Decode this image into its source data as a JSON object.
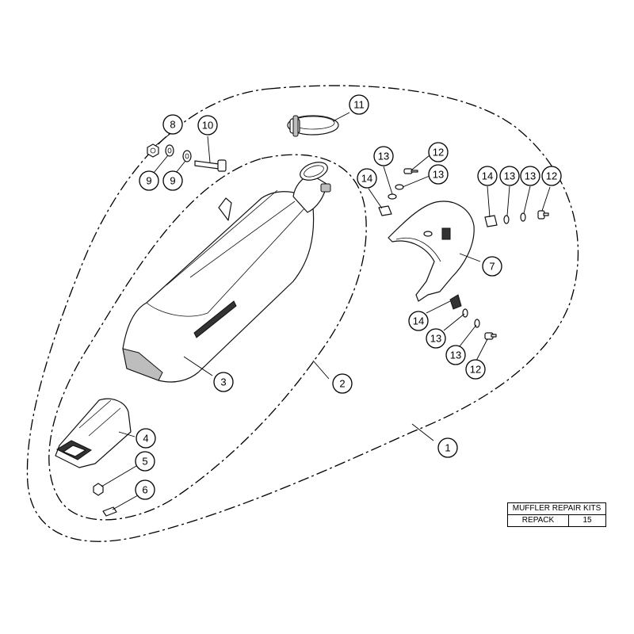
{
  "callouts": [
    {
      "id": "c1",
      "label": "1"
    },
    {
      "id": "c2",
      "label": "2"
    },
    {
      "id": "c3",
      "label": "3"
    },
    {
      "id": "c4",
      "label": "4"
    },
    {
      "id": "c5",
      "label": "5"
    },
    {
      "id": "c6",
      "label": "6"
    },
    {
      "id": "c7",
      "label": "7"
    },
    {
      "id": "c8",
      "label": "8"
    },
    {
      "id": "c9a",
      "label": "9"
    },
    {
      "id": "c9b",
      "label": "9"
    },
    {
      "id": "c10",
      "label": "10"
    },
    {
      "id": "c11",
      "label": "11"
    },
    {
      "id": "c12a",
      "label": "12"
    },
    {
      "id": "c13a",
      "label": "13"
    },
    {
      "id": "c13b",
      "label": "13"
    },
    {
      "id": "c14a",
      "label": "14"
    },
    {
      "id": "c14b",
      "label": "14"
    },
    {
      "id": "c13c",
      "label": "13"
    },
    {
      "id": "c13d",
      "label": "13"
    },
    {
      "id": "c12b",
      "label": "12"
    },
    {
      "id": "c14c",
      "label": "14"
    },
    {
      "id": "c13e",
      "label": "13"
    },
    {
      "id": "c13f",
      "label": "13"
    },
    {
      "id": "c12c",
      "label": "12"
    }
  ],
  "repair_kits": {
    "title": "MUFFLER REPAIR KITS",
    "rows": [
      {
        "name": "REPACK",
        "number": "15"
      }
    ]
  },
  "colors": {
    "line": "#000000",
    "background": "#ffffff"
  }
}
